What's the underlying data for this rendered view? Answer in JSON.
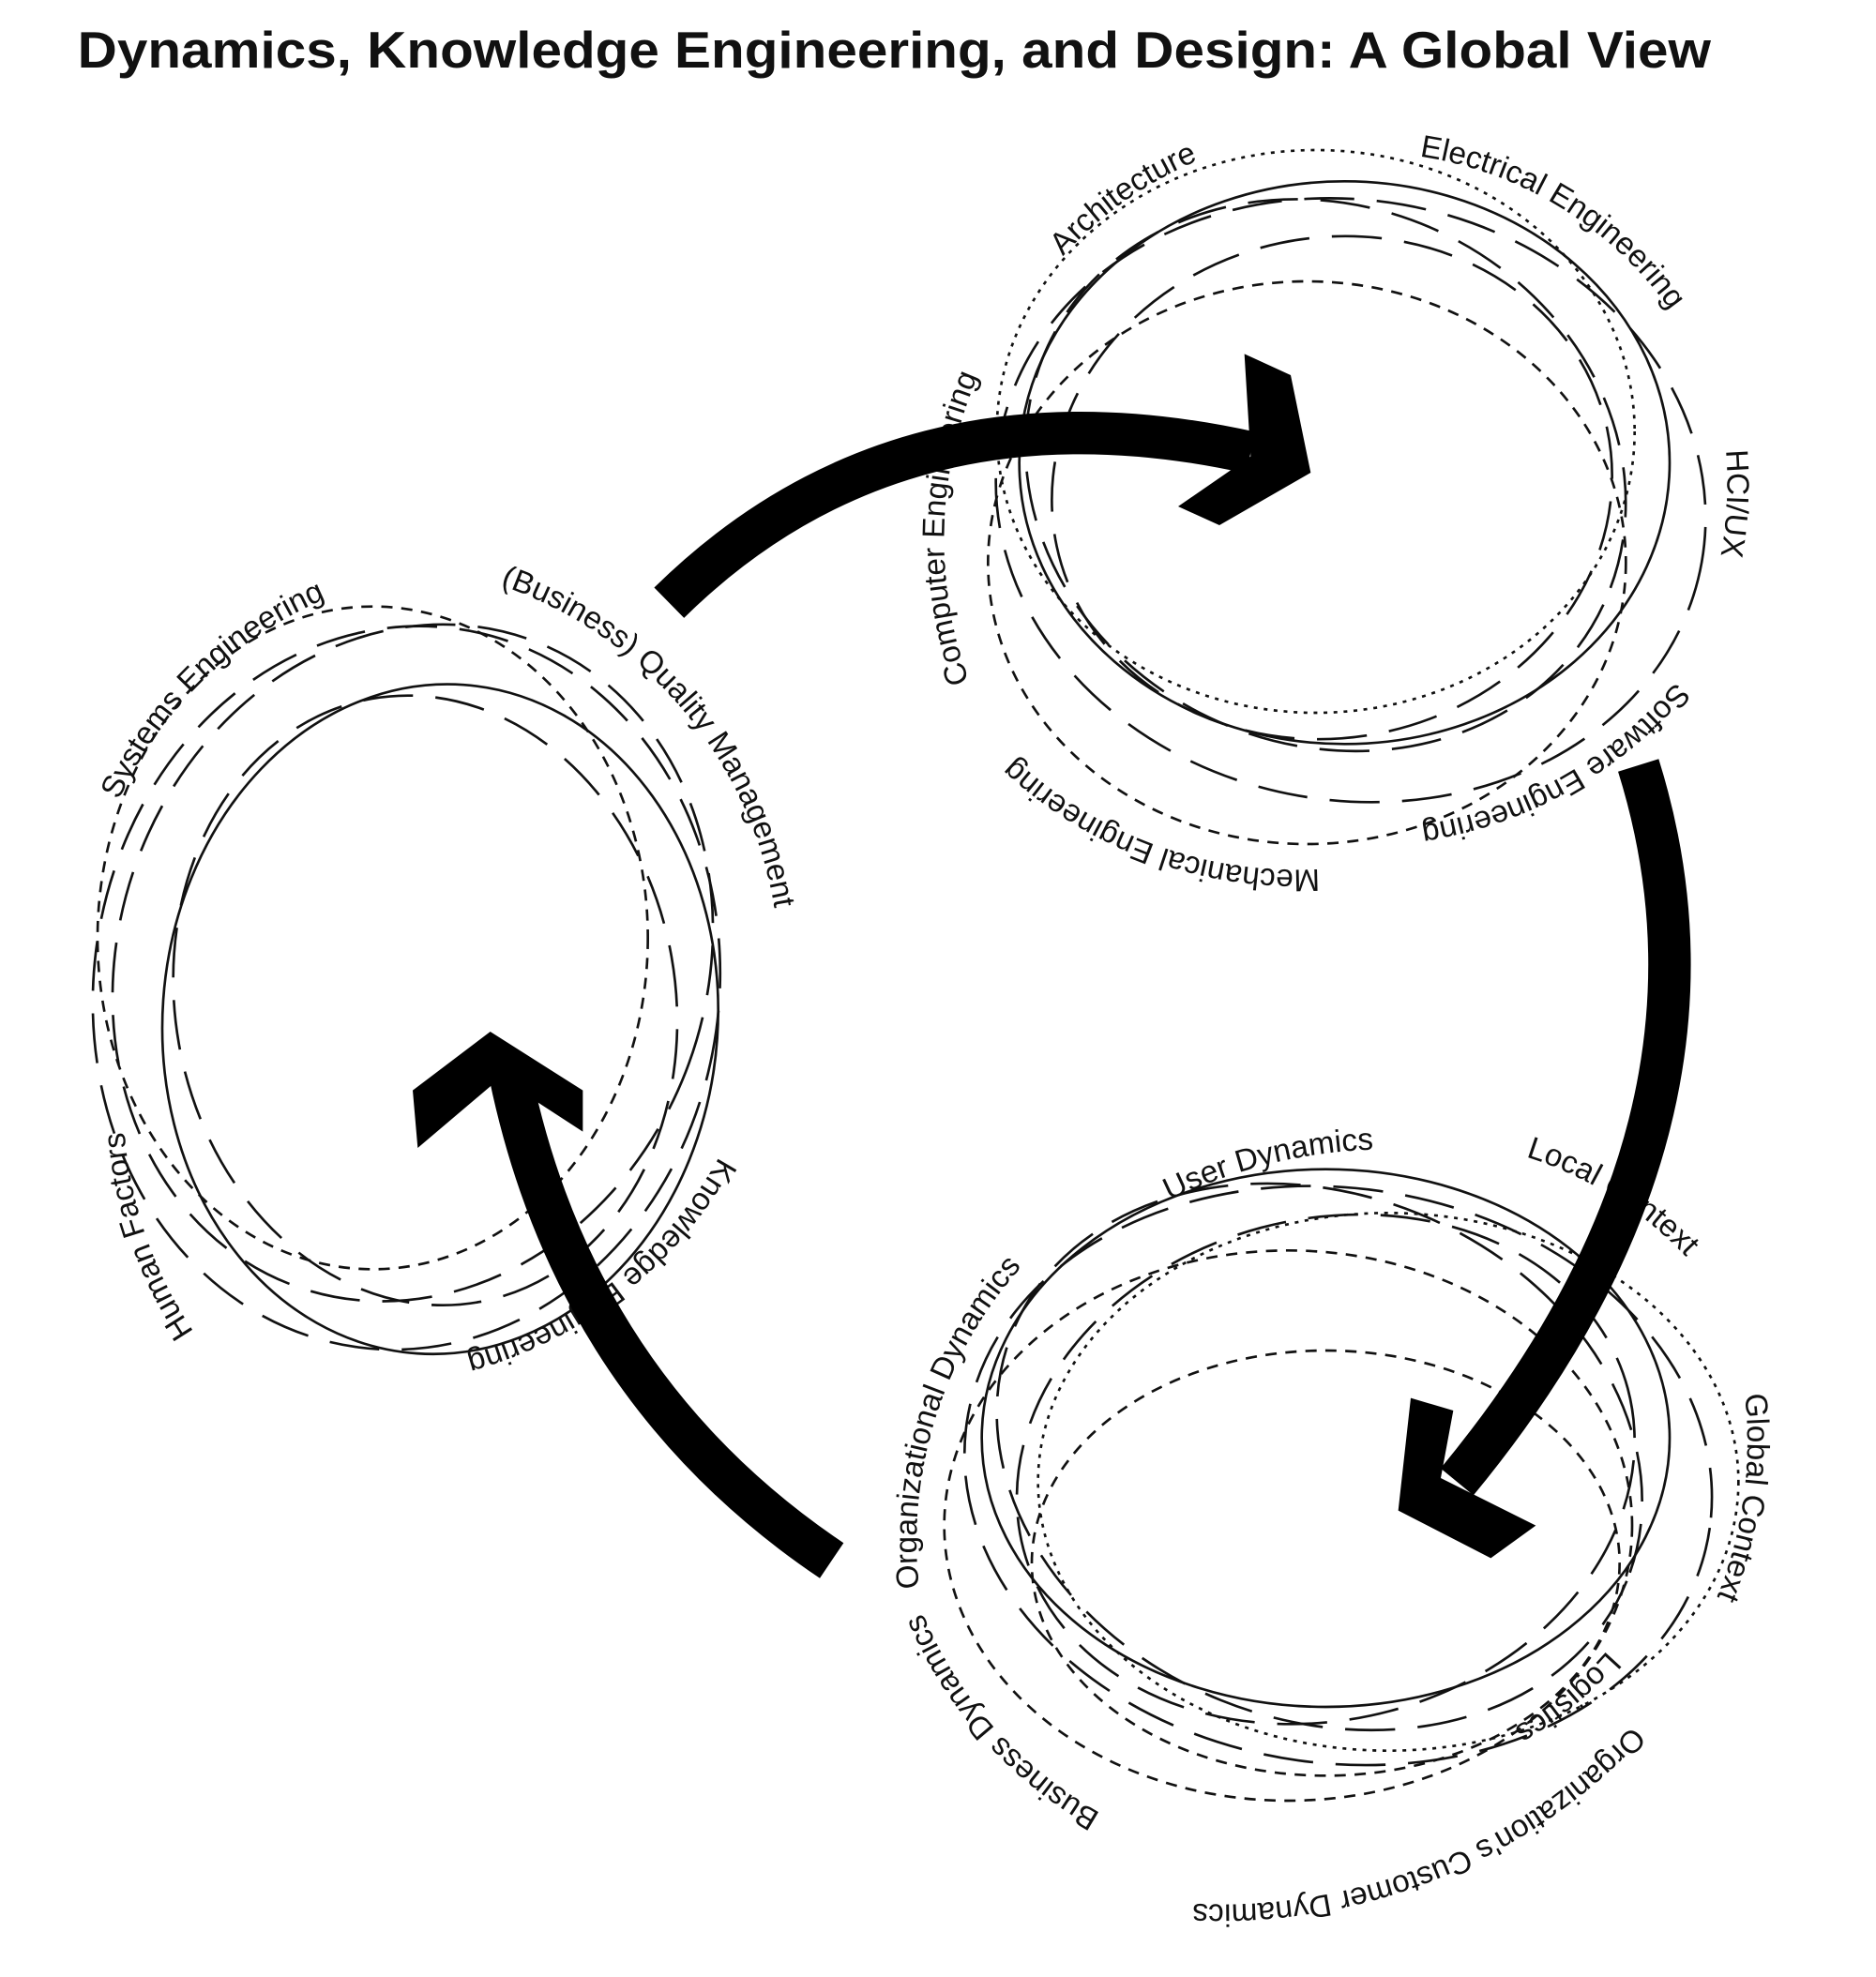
{
  "title": "Dynamics, Knowledge Engineering, and Design:  A Global View",
  "clusters": {
    "knowledge": {
      "labels": [
        "Systems Engineering",
        "(Business) Quality Management",
        "Knowledge Engineering",
        "Human Factors"
      ]
    },
    "design": {
      "labels": [
        "Architecture",
        "Electrical Engineering",
        "HCI/UX",
        "Software Engineering",
        "Mechanical Engineering",
        "Computer Engineering"
      ]
    },
    "dynamics": {
      "labels": [
        "User Dynamics",
        "Local Context",
        "Global Context",
        "Logistics",
        "Organization's Customer Dynamics",
        "Business Dynamics",
        "Organizational Dynamics"
      ]
    }
  },
  "colors": {
    "ink": "#111111",
    "background": "#ffffff"
  }
}
